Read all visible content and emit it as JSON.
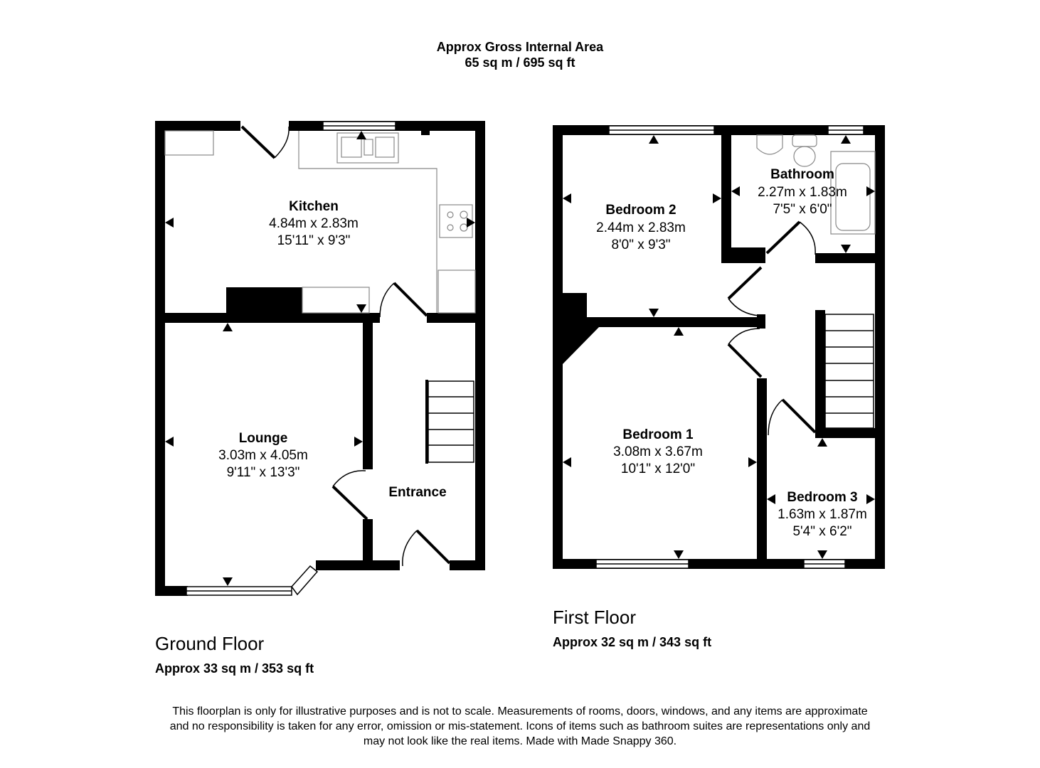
{
  "header": {
    "title": "Approx Gross Internal Area",
    "total_area": "65 sq m / 695 sq ft"
  },
  "ground_floor": {
    "title": "Ground Floor",
    "area": "Approx 33 sq m / 353 sq ft",
    "rooms": [
      {
        "name": "Kitchen",
        "metric": "4.84m x 2.83m",
        "imperial": "15'11\" x 9'3\""
      },
      {
        "name": "Lounge",
        "metric": "3.03m x 4.05m",
        "imperial": "9'11\" x 13'3\""
      },
      {
        "name": "Entrance"
      }
    ]
  },
  "first_floor": {
    "title": "First Floor",
    "area": "Approx 32 sq m / 343 sq ft",
    "rooms": [
      {
        "name": "Bedroom 2",
        "metric": "2.44m x 2.83m",
        "imperial": "8'0\" x 9'3\""
      },
      {
        "name": "Bathroom",
        "metric": "2.27m x 1.83m",
        "imperial": "7'5\" x 6'0\""
      },
      {
        "name": "Bedroom 1",
        "metric": "3.08m x 3.67m",
        "imperial": "10'1\" x 12'0\""
      },
      {
        "name": "Bedroom 3",
        "metric": "1.63m x 1.87m",
        "imperial": "5'4\" x 6'2\""
      }
    ]
  },
  "disclaimer": {
    "line1": "This floorplan is only for illustrative purposes and is not to scale. Measurements of rooms, doors, windows, and any items are approximate",
    "line2": "and no responsibility is taken for any error, omission or mis-statement. Icons of items such as bathroom suites are representations only and",
    "line3": "may not look like the real items. Made with Made Snappy 360."
  }
}
